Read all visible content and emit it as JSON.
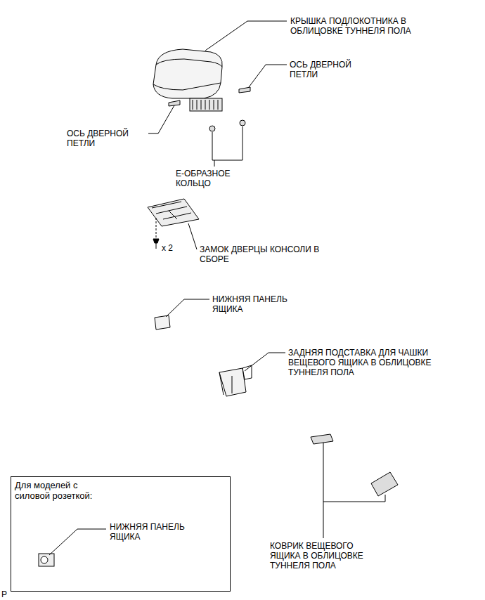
{
  "diagram": {
    "nodes": [
      {
        "text": [
          "Для моделей с силовой розеткой:",
          "НИЖНЯЯ ПАНЕЛЬ ЯЩИКА"
        ]
      }
    ],
    "labels": [
      "КРЫШКА ПОДЛОКОТНИКА В ОБЛИЦОВКЕ ТУННЕЛЯ ПОЛА",
      "ОСЬ ДВЕРНОЙ ПЕТЛИ",
      "ОСЬ ДВЕРНОЙ ПЕТЛИ",
      "E-ОБРАЗНОЕ КОЛЬЦО",
      "x 2",
      "ЗАМОК ДВЕРЦЫ КОНСОЛИ В СБОРЕ",
      "НИЖНЯЯ ПАНЕЛЬ ЯЩИКА",
      "ЗАДНЯЯ ПОДСТАВКА ДЛЯ ЧАШКИ ВЕЩЕВОГО ЯЩИКА В ОБЛИЦОВКЕ ТУННЕЛЯ ПОЛА",
      "КОВРИК ВЕЩЕВОГО ЯЩИКА В ОБЛИЦОВКЕ ТУННЕЛЯ ПОЛА",
      "P"
    ]
  }
}
